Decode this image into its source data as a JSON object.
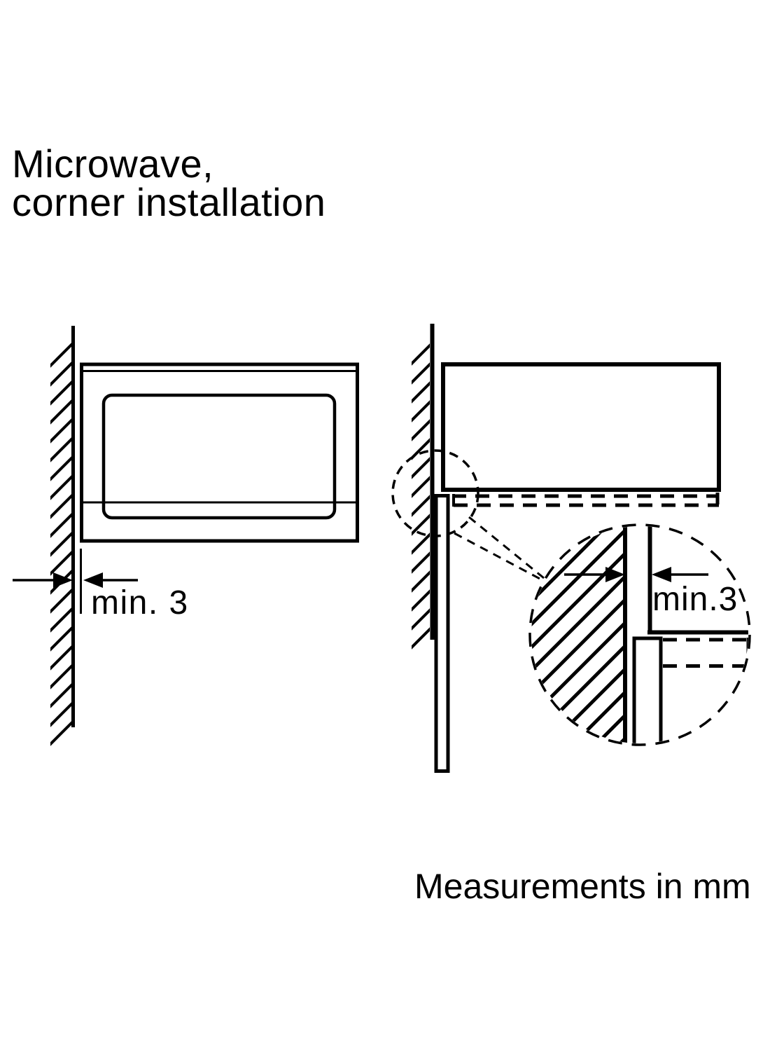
{
  "page": {
    "background_color": "#ffffff",
    "line_color": "#000000"
  },
  "title": {
    "line1": "Microwave,",
    "line2": "corner installation"
  },
  "diagrams": {
    "front_view": {
      "description": "microwave front view against wall",
      "dimension_label": "min. 3"
    },
    "side_view": {
      "description": "microwave side view with corner detail",
      "detail_dimension_label": "min.3"
    }
  },
  "footer": {
    "note": "Measurements in mm"
  }
}
